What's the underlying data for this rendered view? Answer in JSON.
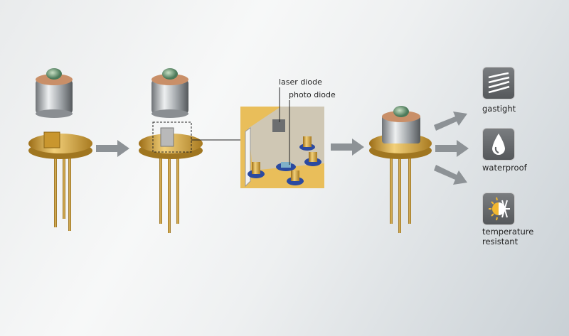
{
  "callouts": {
    "laser_diode": "laser diode",
    "photo_diode": "photo diode"
  },
  "features": [
    {
      "icon": "airflow-icon",
      "label": "gastight"
    },
    {
      "icon": "water-drop-icon",
      "label": "waterproof"
    },
    {
      "icon": "sun-snowflake-icon",
      "label": "temperature resistant"
    }
  ],
  "colors": {
    "gold": "#d9a63a",
    "steel": "#b8bcc0",
    "arrow": "#8d9296",
    "icon_bg": "#606366",
    "sun": "#f2b730"
  }
}
